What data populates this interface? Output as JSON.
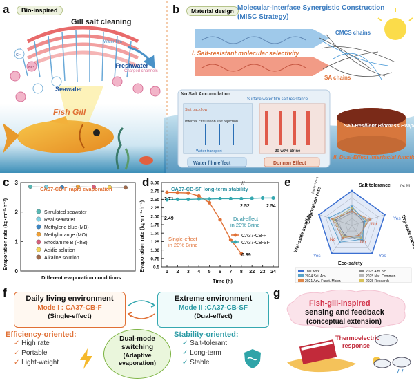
{
  "panel_a": {
    "label": "a",
    "tag": "Bio-inspired",
    "title": "Gill salt cleaning",
    "seawater": "Seawater",
    "freshwater": "Freshwater",
    "water_film": "Water film",
    "charged_channels": "Charged channels",
    "fish_gill": "Fish Gill",
    "ions": [
      "Na⁺",
      "Cl⁻"
    ]
  },
  "panel_b": {
    "label": "b",
    "tag": "Material design",
    "title": "Molecular-Interface Synergistic Construction",
    "strategy": "(MISC Strategy)",
    "section1": "I. Salt-resistant molecular selectivity",
    "cmcs": "CMCS chains",
    "sa": "SA chains",
    "no_salt": "No Salt Accumulation",
    "surface_film": "Surface water film salt resistance",
    "salt_backflow": "Salt backflow",
    "internal_circ": "Internal circulation salt rejection",
    "water_transport": "Water transport",
    "brine": "20 wt% Brine",
    "water_film_effect": "Water film effect",
    "donnan": "Donnan Effect",
    "evaporator": "Salt-Resilient Biomass Evaporator",
    "section2": "II. Dual-Effect interfacial functional realization"
  },
  "panel_c": {
    "label": "c",
    "title": "CA37-CB-F rapid evaporation",
    "ylabel": "Evaporation rate (kg·m⁻²·h⁻¹)",
    "xlabel": "Different evaporation conditions",
    "legend": [
      {
        "name": "Simulated seawater",
        "color": "#58b8b4"
      },
      {
        "name": "Real seawater",
        "color": "#7fd0e2"
      },
      {
        "name": "Methylene blue (MB)",
        "color": "#3c86c4"
      },
      {
        "name": "Methyl orange (MO)",
        "color": "#f0a035"
      },
      {
        "name": "Rhodamine B (RhB)",
        "color": "#d95f7a"
      },
      {
        "name": "Acidic solution",
        "color": "#f3d35a"
      },
      {
        "name": "Alkaline solution",
        "color": "#a06a4c"
      }
    ]
  },
  "chart_data": [
    {
      "type": "scatter",
      "title": "CA37-CB-F rapid evaporation",
      "xlabel": "Different evaporation conditions",
      "ylabel": "Evaporation rate (kg·m⁻²·h⁻¹)",
      "ylim": [
        0,
        3
      ],
      "yticks": [
        "0",
        "1",
        "2",
        "3"
      ],
      "categories": [
        "Simulated seawater",
        "Real seawater",
        "Methylene blue (MB)",
        "Methyl orange (MO)",
        "Rhodamine B (RhB)",
        "Acidic solution",
        "Alkaline solution"
      ],
      "values": [
        2.86,
        2.85,
        2.84,
        2.86,
        2.85,
        2.84,
        2.83
      ]
    },
    {
      "type": "line",
      "title": "CA37-CB-SF long-term stability",
      "xlabel": "Time (h)",
      "ylabel": "Evaporation rate (kg·m⁻²·h⁻¹)",
      "ylim": [
        0.5,
        3.0
      ],
      "yticks": [
        "0.5",
        "0.75",
        "1.00",
        "1.25",
        "1.50",
        "1.75",
        "2.00",
        "2.25",
        "2.50",
        "2.75",
        "3.00"
      ],
      "x": [
        "1",
        "2",
        "3",
        "4",
        "5",
        "6",
        "7",
        "8",
        "22",
        "23",
        "24"
      ],
      "series": [
        {
          "name": "CA37-CB-F",
          "color": "#e07035",
          "values": [
            2.71,
            2.7,
            2.69,
            2.6,
            2.4,
            1.9,
            1.3,
            0.89,
            null,
            null,
            null
          ]
        },
        {
          "name": "CA37-CB-SF",
          "color": "#36a8b0",
          "values": [
            2.49,
            2.5,
            2.5,
            2.51,
            2.51,
            2.52,
            2.52,
            2.52,
            2.53,
            2.54,
            2.54
          ]
        }
      ],
      "annotations": [
        "2.71",
        "2.49",
        "2.52",
        "2.54",
        "0.89",
        "Dual-effect in 20% Brine",
        "Single-effect in 20% Brine"
      ]
    },
    {
      "type": "radar",
      "axes": [
        "Salt tolerance (wt %)",
        "Dry-state robustness",
        "Eco-safety",
        "Wet-state stability",
        "Evaporation rate (kg·m⁻²·h⁻¹)"
      ],
      "axis_yes_no": [
        "",
        "Yes",
        "Yes",
        "Yes",
        ""
      ],
      "series": [
        {
          "name": "This work",
          "color": "#3b6fd1",
          "values": [
            1.0,
            1.0,
            1.0,
            1.0,
            1.0
          ]
        },
        {
          "name": "2024 Sci. Adv.",
          "color": "#5aa3c8",
          "values": [
            0.55,
            0.4,
            0.5,
            0.6,
            0.7
          ]
        },
        {
          "name": "2021 Adv. Funct. Mater.",
          "color": "#e0884a",
          "values": [
            0.4,
            0.55,
            0.35,
            0.45,
            0.6
          ]
        },
        {
          "name": "2025 Adv. Sci.",
          "color": "#888888",
          "values": [
            0.45,
            0.35,
            0.55,
            0.35,
            0.5
          ]
        },
        {
          "name": "2025 Nat. Commun.",
          "color": "#b7b7b7",
          "values": [
            0.35,
            0.5,
            0.4,
            0.5,
            0.45
          ]
        },
        {
          "name": "2025 Research",
          "color": "#d8c25a",
          "values": [
            0.5,
            0.45,
            0.45,
            0.4,
            0.55
          ]
        }
      ]
    }
  ],
  "panel_d": {
    "label": "d",
    "title": "CA37-CB-SF long-term stability",
    "ylabel": "Evaporation rate (kg·m⁻²·h⁻¹)",
    "xlabel": "Time (h)",
    "dual": "Dual-effect",
    "dual2": "in 20% Brine",
    "single": "Single-effect",
    "single2": "in 20% Brine",
    "v271": "2.71",
    "v249": "2.49",
    "v252": "2.52",
    "v254": "2.54",
    "v089": "0.89",
    "break": "//"
  },
  "panel_e": {
    "label": "e",
    "axes": [
      "Salt tolerance",
      "(wt %)",
      "Dry-state robustness",
      "Eco-safety",
      "Wet-state stability",
      "Evaporation rate",
      "(kg·m⁻²·h⁻¹)"
    ],
    "yes": "Yes",
    "no": "No",
    "legend": [
      "This work",
      "2024 Sci. Adv.",
      "2021 Adv. Funct. Mater.",
      "2025 Adv. Sci.",
      "2025 Nat. Commun.",
      "2025 Research"
    ]
  },
  "panel_f": {
    "label": "f",
    "daily": "Daily living environment",
    "mode1": "Mode I : CA37-CB-F",
    "single": "(Single-effect)",
    "extreme": "Extreme environment",
    "mode2": "Mode II :CA37-CB-SF",
    "dual": "(Dual-effect)",
    "switch1": "Dual-mode",
    "switch2": "switching",
    "switch3": "(Adaptive",
    "switch4": "evaporation)",
    "eff_title": "Efficiency-oriented:",
    "eff_items": [
      "High rate",
      "Portable",
      "Light-weight"
    ],
    "stab_title": "Stability-oriented:",
    "stab_items": [
      "Salt-tolerant",
      "Long-term",
      "Stable"
    ]
  },
  "panel_g": {
    "label": "g",
    "title1": "Fish-gill-inspired",
    "title2": "sensing and feedback",
    "title3": "(conceptual extension)",
    "thermo1": "Thermoelectric",
    "thermo2": "response"
  },
  "colors": {
    "orange": "#e07035",
    "teal": "#36a8b0",
    "green": "#2f8f46",
    "blue_text": "#3a7bbf"
  }
}
